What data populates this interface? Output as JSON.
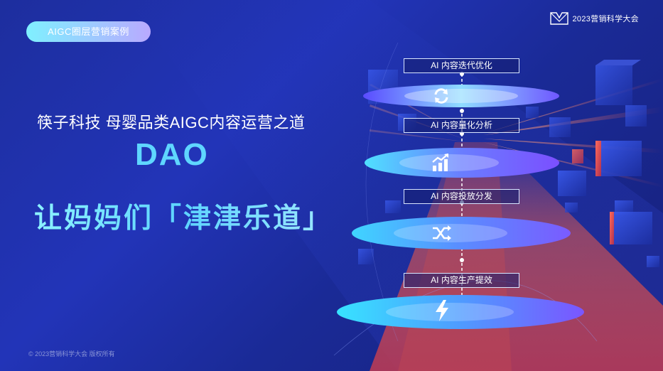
{
  "badge": {
    "label": "AIGC圈层营销案例"
  },
  "logo": {
    "text": "2023营销科学大会"
  },
  "title": {
    "subtitle": "筷子科技 母婴品类AIGC内容运营之道",
    "dao": "DAO",
    "slogan": "让妈妈们「津津乐道」"
  },
  "layers": [
    {
      "label": "AI 内容迭代优化",
      "icon": "refresh-icon"
    },
    {
      "label": "AI 内容量化分析",
      "icon": "bar-chart-icon"
    },
    {
      "label": "AI 内容投放分发",
      "icon": "shuffle-icon"
    },
    {
      "label": "AI 内容生产提效",
      "icon": "lightning-icon"
    }
  ],
  "footer": {
    "copyright": "© 2023营销科学大会 版权所有"
  },
  "colors": {
    "background": "#1f30a8",
    "accent_cyan": "#5fd6ff",
    "badge_start": "#7ff0ff",
    "badge_end": "#b9a9ff"
  }
}
